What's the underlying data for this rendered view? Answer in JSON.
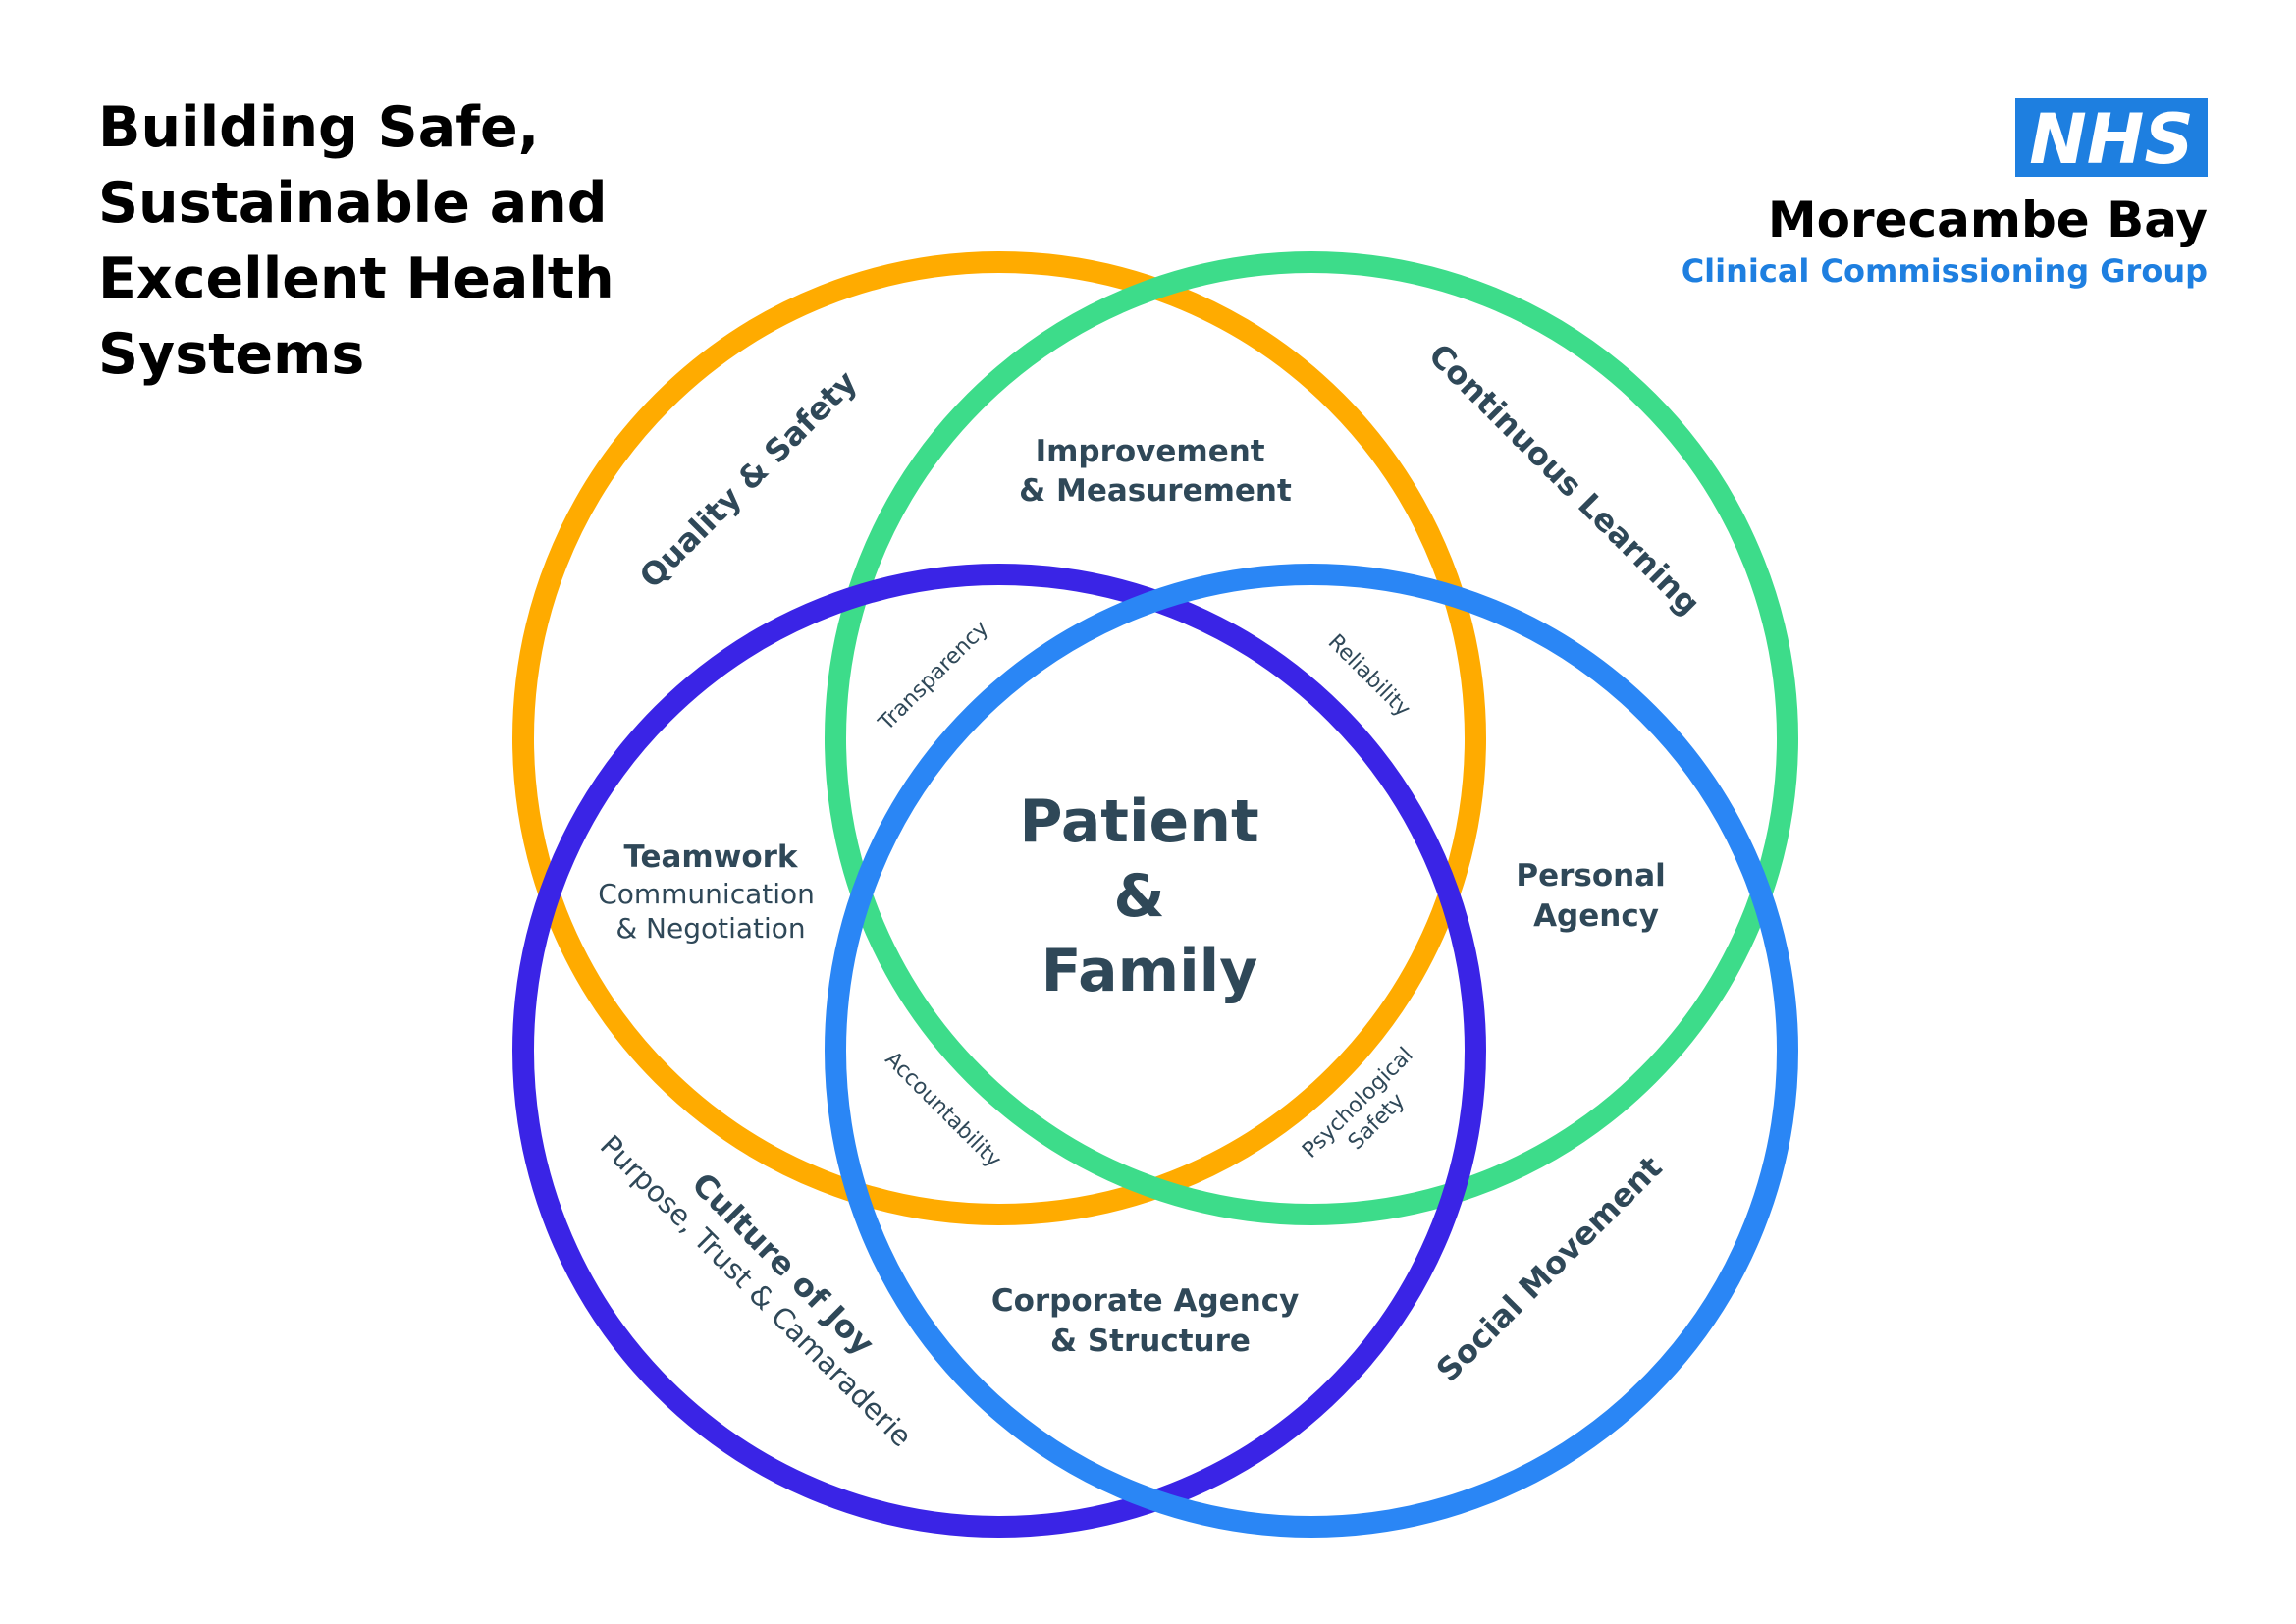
{
  "title_lines": [
    "Building Safe,",
    "Sustainable and",
    "Excellent Health",
    "Systems"
  ],
  "logo": {
    "nhs_text": "NHS",
    "org_name": "Morecambe Bay",
    "org_sub": "Clinical Commissioning Group",
    "nhs_blue": "#1e7fe0"
  },
  "colors": {
    "quality_circle": "#ffab00",
    "learning_circle": "#3ddc8a",
    "joy_circle": "#3a24e6",
    "social_circle": "#2a86f5",
    "text": "#2f4858"
  },
  "circle_labels": {
    "quality": "Quality & Safety",
    "learning": "Continuous Learning",
    "joy_title": "Culture of Joy",
    "joy_sub": "Purpose, Trust & Camaraderie",
    "social": "Social Movement"
  },
  "region_labels": {
    "improvement": [
      "Improvement",
      "& Measurement"
    ],
    "teamwork_title": "Teamwork",
    "teamwork_sub": [
      "Communication",
      "& Negotiation"
    ],
    "personal_agency": [
      "Personal",
      "Agency"
    ],
    "corporate_agency": [
      "Corporate Agency",
      "& Structure"
    ],
    "center": [
      "Patient",
      "&",
      "Family"
    ]
  },
  "small_labels": {
    "transparency": "Transparency",
    "reliability": "Reliability",
    "accountability": "Accountability",
    "psychological_safety": [
      "Psychological",
      "Safety"
    ]
  }
}
